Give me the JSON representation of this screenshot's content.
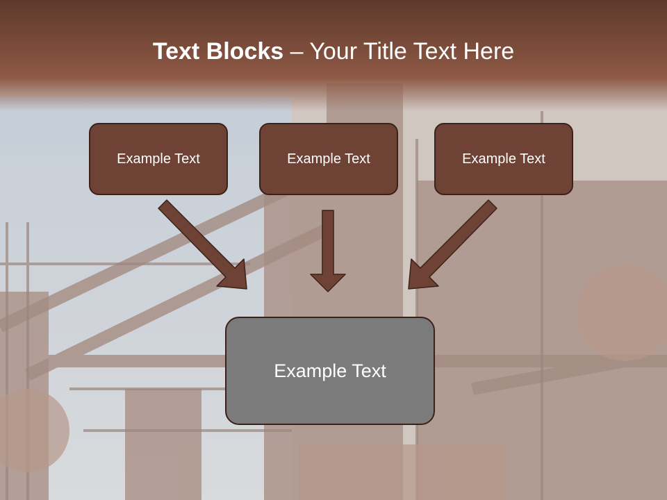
{
  "slide": {
    "title_bold": "Text Blocks",
    "title_rest": " – Your Title Text Here",
    "top_boxes": [
      "Example Text",
      "Example Text",
      "Example Text"
    ],
    "bottom_box": "Example Text",
    "colors": {
      "header": "#7d4d3b",
      "box_fill": "#6e4234",
      "box_border": "#3a211a",
      "arrow": "#6e4234",
      "bottom_box_fill": "#7b7b7b"
    }
  }
}
